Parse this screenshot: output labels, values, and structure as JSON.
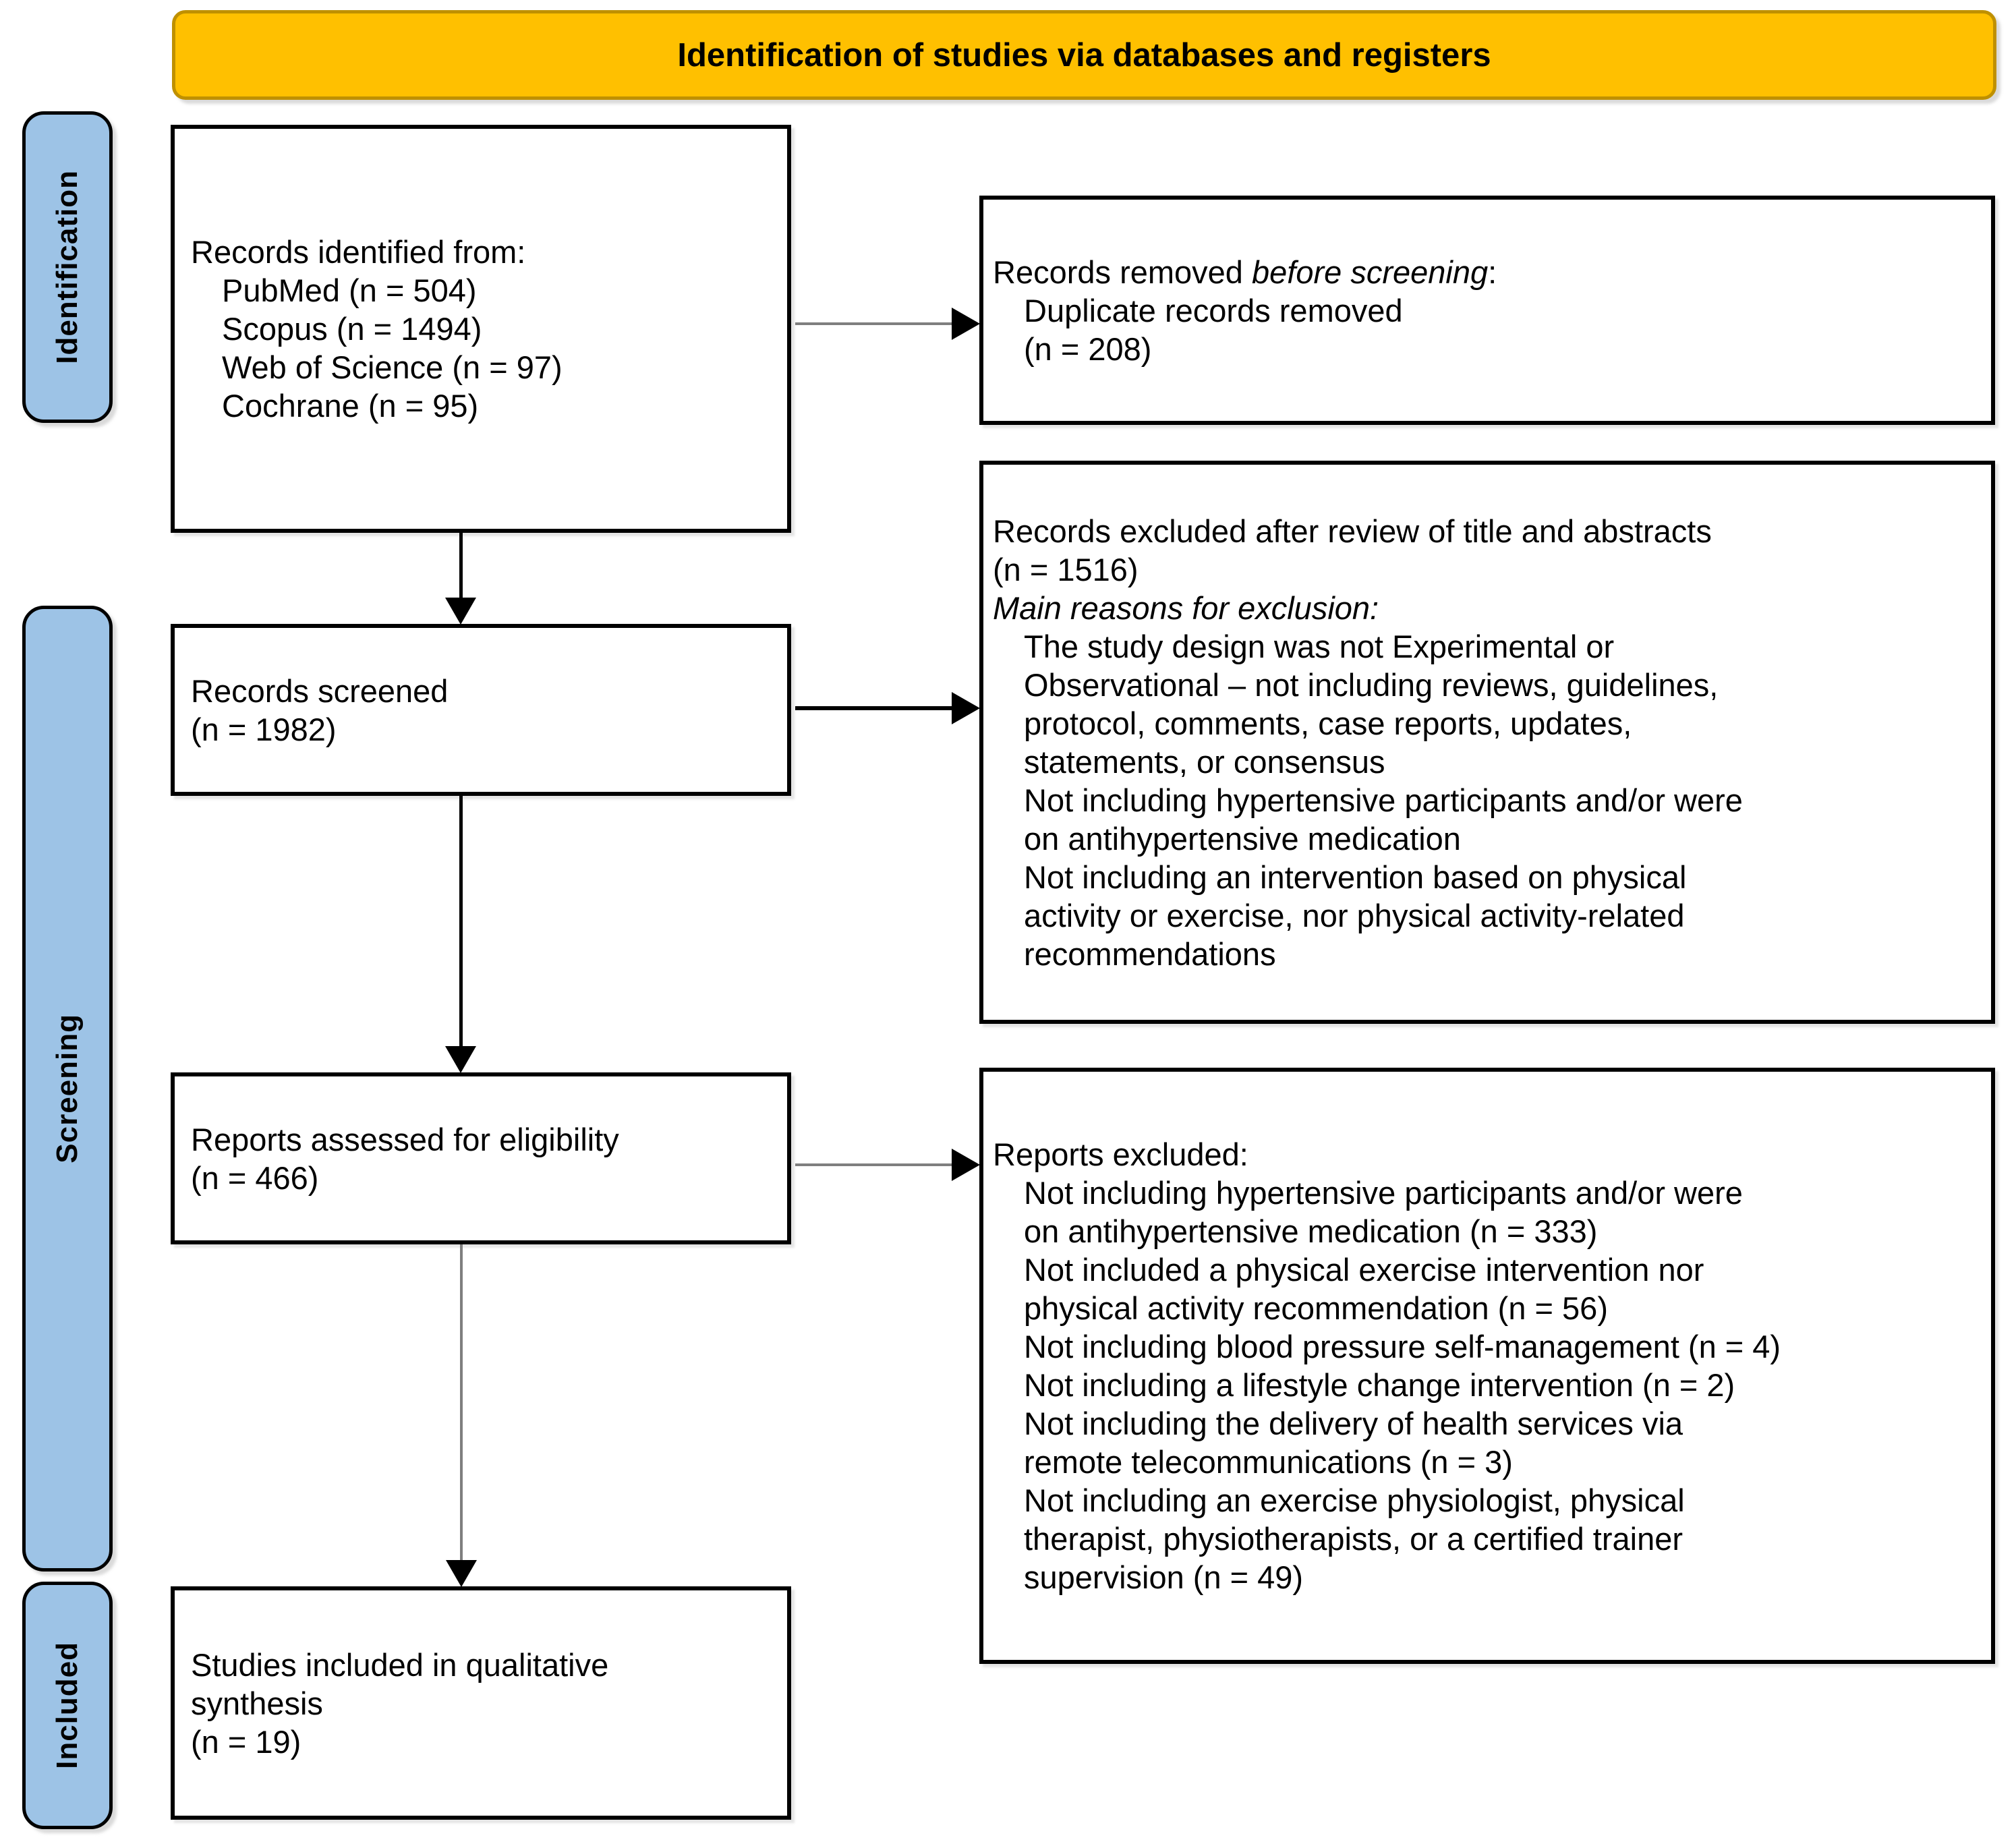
{
  "title": "Identification of studies via databases and registers",
  "colors": {
    "banner_fill": "#FFC000",
    "banner_border": "#BF9000",
    "stage_fill": "#9DC3E6",
    "box_border": "#000000",
    "connector_gray": "#7f7f7f"
  },
  "stages": [
    {
      "label": "Identification"
    },
    {
      "label": "Screening"
    },
    {
      "label": "Included"
    }
  ],
  "boxes": {
    "identified": {
      "heading": "Records identified from:",
      "items": [
        "PubMed (n = 504)",
        "Scopus (n = 1494)",
        "Web of Science (n = 97)",
        "Cochrane (n = 95)"
      ]
    },
    "removed": {
      "heading_prefix": "Records removed ",
      "heading_italic": "before screening",
      "heading_suffix": ":",
      "items": [
        "Duplicate records removed\n(n = 208)"
      ]
    },
    "screened": {
      "text": "Records screened\n(n = 1982)"
    },
    "excluded_screening": {
      "heading": "Records excluded after review of title and abstracts\n(n = 1516)",
      "italic_line": "Main reasons for exclusion:",
      "items": [
        "The study design was not Experimental or\nObservational – not including reviews, guidelines,\nprotocol, comments, case reports, updates,\nstatements, or consensus",
        "Not including hypertensive participants and/or were\non antihypertensive medication",
        "Not including an intervention based on physical\nactivity or exercise, nor physical activity-related\nrecommendations"
      ]
    },
    "assessed": {
      "text": "Reports assessed for eligibility\n(n = 466)"
    },
    "excluded_reports": {
      "heading": "Reports excluded:",
      "items": [
        "Not including hypertensive participants and/or were\non antihypertensive medication (n = 333)",
        "Not included a physical exercise intervention nor\nphysical activity recommendation (n = 56)",
        "Not including blood pressure self-management (n = 4)",
        "Not including a lifestyle change intervention (n = 2)",
        "Not including the delivery of health services via\nremote telecommunications (n = 3)",
        "Not including an exercise physiologist, physical\ntherapist, physiotherapists, or a certified trainer\nsupervision (n = 49)"
      ]
    },
    "included": {
      "text": "Studies included in qualitative\nsynthesis\n(n = 19)"
    }
  }
}
